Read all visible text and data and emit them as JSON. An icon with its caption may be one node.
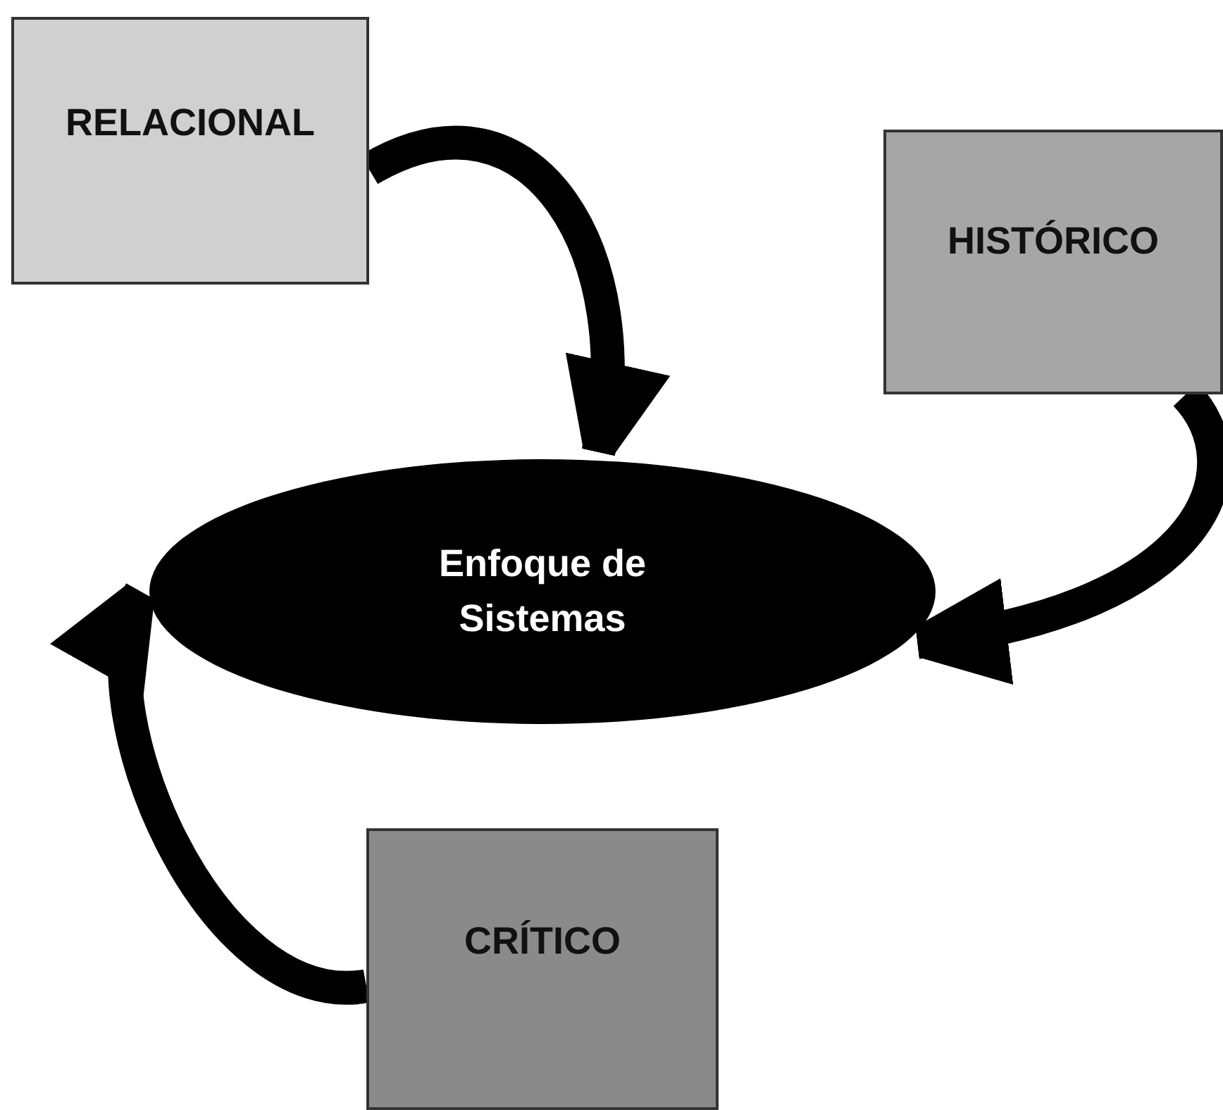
{
  "diagram": {
    "nodes": [
      {
        "text": [
          "RELACIONAL"
        ]
      },
      {
        "text": [
          "HISTÓRICO"
        ]
      },
      {
        "text": [
          "Enfoque de Sistemas"
        ]
      },
      {
        "text": [
          "CRÍTICO"
        ]
      }
    ],
    "edges": [
      {
        "from": 0,
        "to": 2,
        "arrow": "to"
      },
      {
        "from": 1,
        "to": 2,
        "arrow": "to"
      },
      {
        "from": 3,
        "to": 2,
        "arrow": "to"
      }
    ]
  }
}
